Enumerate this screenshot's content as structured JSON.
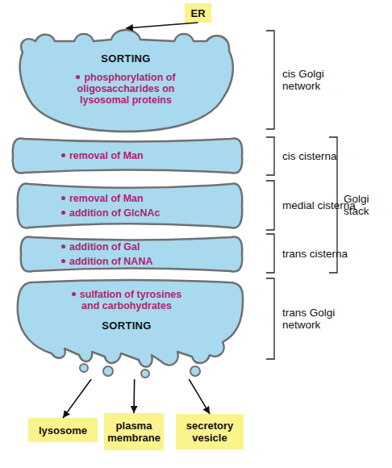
{
  "diagram": {
    "nodes": [
      {
        "text": [
          "ER"
        ]
      },
      {
        "text": [
          "SORTING",
          "phosphorylation of oligosaccharides on lysosomal proteins"
        ]
      },
      {
        "text": [
          "removal of Man"
        ]
      },
      {
        "text": [
          "removal of Man",
          "addition of GlcNAc"
        ]
      },
      {
        "text": [
          "addition of Gal",
          "addition of NANA"
        ]
      },
      {
        "text": [
          "sulfation of tyrosines and carbohydrates",
          "SORTING"
        ]
      },
      {
        "text": [
          "lysosome"
        ]
      },
      {
        "text": [
          "plasma membrane"
        ]
      },
      {
        "text": [
          "secretory vesicle"
        ]
      }
    ],
    "edges": [
      {
        "from": 0,
        "to": 1,
        "arrow": "to"
      },
      {
        "from": 5,
        "to": 6,
        "arrow": "to"
      },
      {
        "from": 5,
        "to": 7,
        "arrow": "to"
      },
      {
        "from": 5,
        "to": 8,
        "arrow": "to"
      }
    ],
    "labels": [
      "cis Golgi network",
      "cis cisterna",
      "medial cisterna",
      "Golgi stack",
      "trans cisterna",
      "trans Golgi network"
    ]
  }
}
